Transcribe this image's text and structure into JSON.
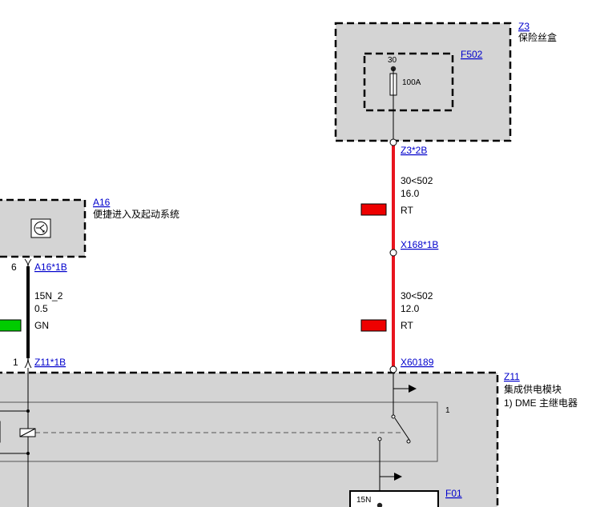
{
  "components": {
    "z3": {
      "ref": "Z3",
      "name": "保险丝盒"
    },
    "f502": {
      "ref": "F502",
      "pin": "30",
      "rating": "100A"
    },
    "a16": {
      "ref": "A16",
      "name": "便捷进入及起动系统"
    },
    "z11": {
      "ref": "Z11",
      "name": "集成供电模块",
      "note": "1)   DME 主继电器",
      "relay_pin": "1"
    },
    "f01": {
      "ref": "F01",
      "pin": "15N"
    }
  },
  "connectors": {
    "z3_2b": "Z3*2B",
    "x168_1b": "X168*1B",
    "x60189": "X60189",
    "a16_1b": {
      "ref": "A16*1B",
      "pin": "6"
    },
    "z11_1b": {
      "ref": "Z11*1B",
      "pin": "1"
    }
  },
  "wires": {
    "w1": {
      "circuit": "30<502",
      "gauge": "16.0",
      "color": "RT",
      "swatch": "#ee0000"
    },
    "w2": {
      "circuit": "30<502",
      "gauge": "12.0",
      "color": "RT",
      "swatch": "#ee0000"
    },
    "w3": {
      "circuit": "15N_2",
      "gauge": "0.5",
      "color": "GN",
      "swatch": "#00cc00"
    }
  },
  "colors": {
    "box_fill": "#d4d4d4",
    "wire_red": "#e8141e",
    "wire_black": "#000000",
    "link": "#0000cc"
  }
}
